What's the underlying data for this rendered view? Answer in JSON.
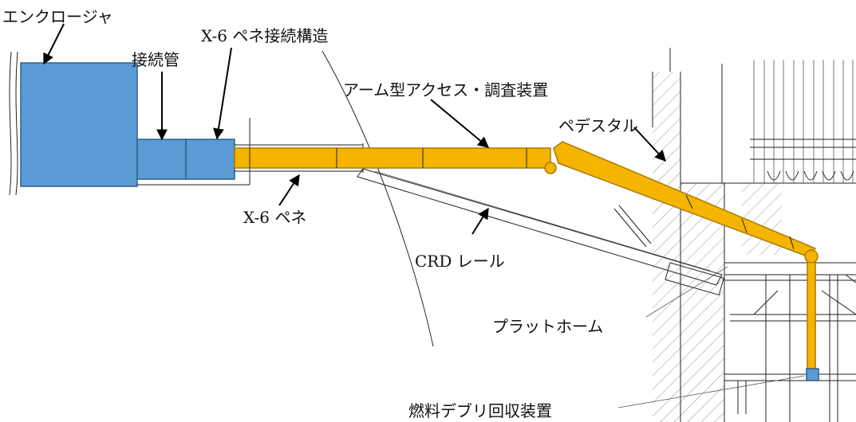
{
  "labels": {
    "enclosure": "エンクロージャ",
    "connecting_pipe": "接続管",
    "x6_connection": "X-6 ペネ接続構造",
    "arm": "アーム型アクセス・調査装置",
    "pedestal": "ペデスタル",
    "x6_pene": "X-6 ペネ",
    "crd_rail": "CRD レール",
    "platform": "プラットホーム",
    "debris_recovery": "燃料デブリ回収装置"
  },
  "colors": {
    "enclosure_blue": "#5b9bd5",
    "arm_gold": "#f4b400",
    "outline": "#222222"
  }
}
